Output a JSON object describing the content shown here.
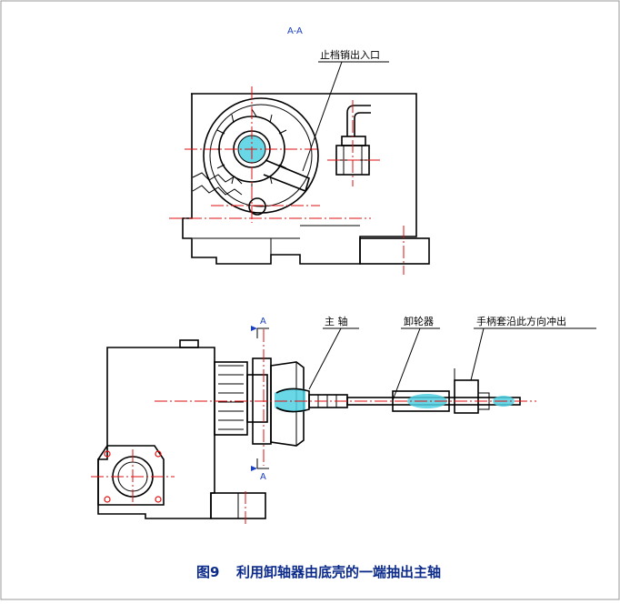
{
  "top_view": {
    "section_label": "A-A",
    "callout_stop_pin": "止档销出入口"
  },
  "bottom_view": {
    "section_mark_top": "A",
    "section_mark_bottom": "A",
    "callout_main_shaft": "主 轴",
    "callout_puller": "卸轮器",
    "callout_handle": "手柄套沿此方向冲出"
  },
  "caption": {
    "figure_no": "图9",
    "text": "利用卸轴器由底壳的一端抽出主轴"
  },
  "colors": {
    "outline": "#000000",
    "centerline": "#dd1111",
    "highlight": "#4fd0e0",
    "caption": "#0b2a8a",
    "section_mark": "#1a3fbf"
  }
}
